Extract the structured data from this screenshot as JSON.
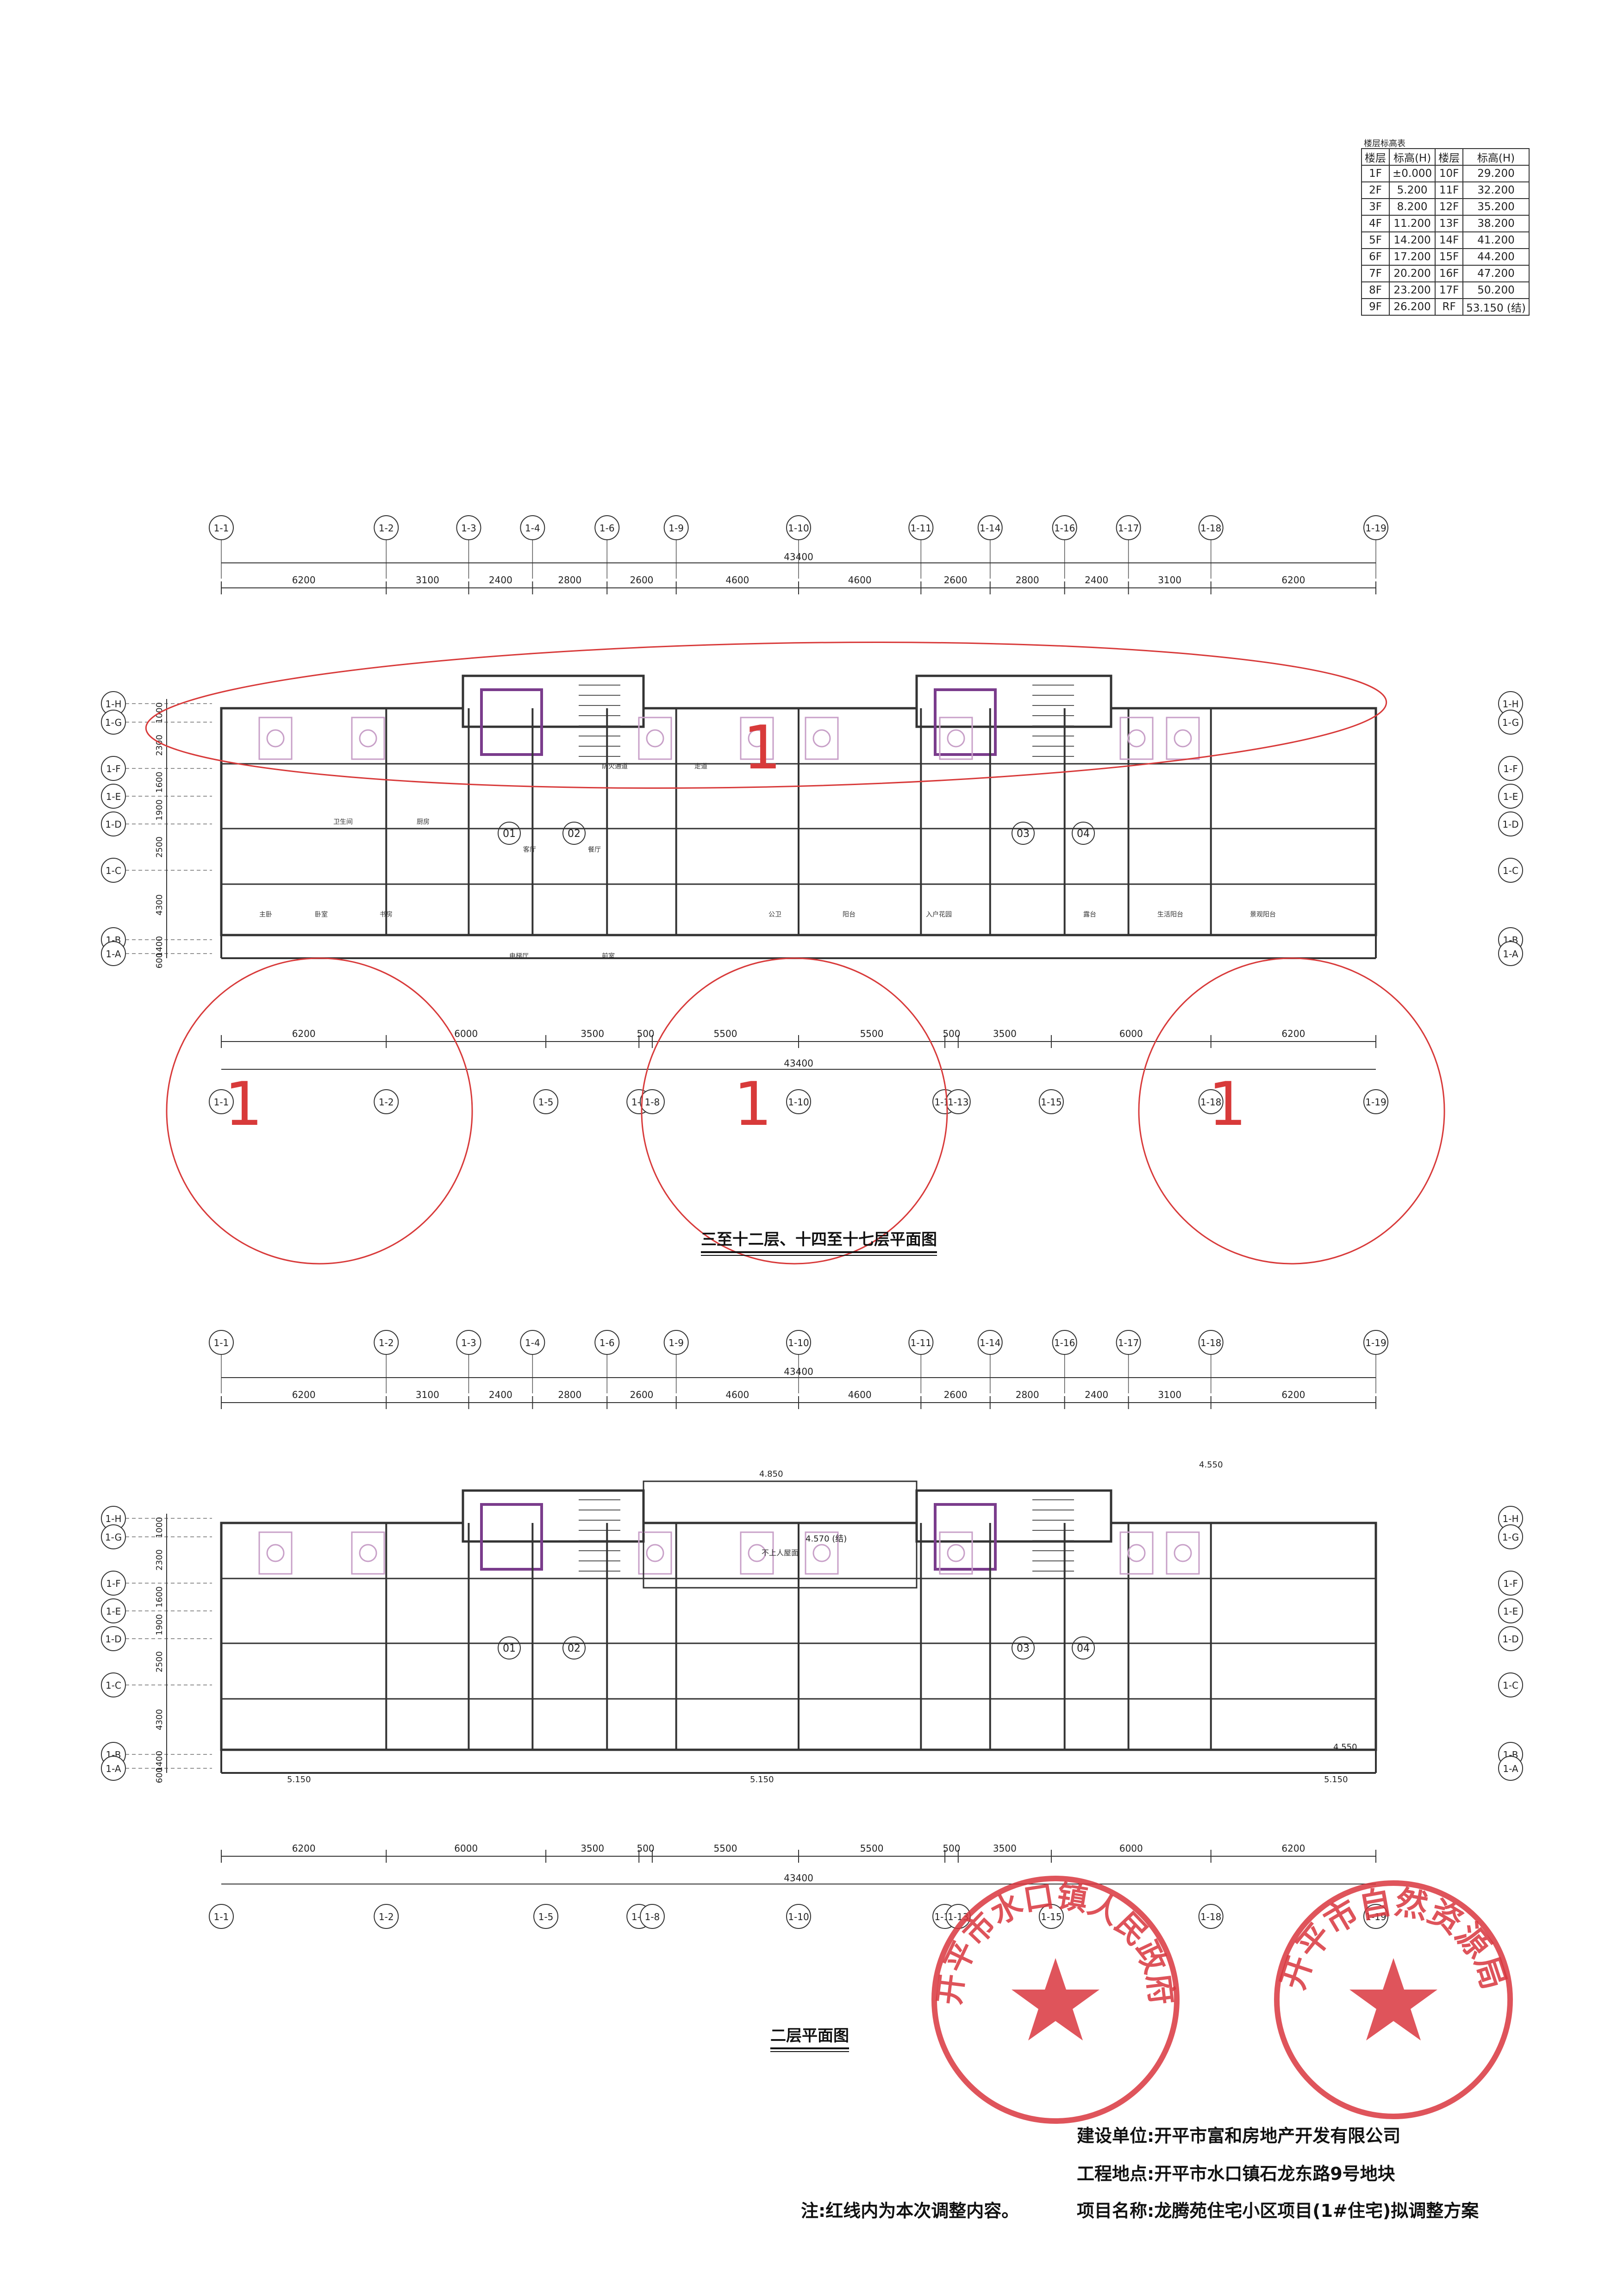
{
  "floor_table": {
    "title": "楼层标高表",
    "headers": [
      "楼层",
      "标高(H)",
      "楼层",
      "标高(H)"
    ],
    "rows": [
      [
        "1F",
        "±0.000",
        "10F",
        "29.200"
      ],
      [
        "2F",
        "5.200",
        "11F",
        "32.200"
      ],
      [
        "3F",
        "8.200",
        "12F",
        "35.200"
      ],
      [
        "4F",
        "11.200",
        "13F",
        "38.200"
      ],
      [
        "5F",
        "14.200",
        "14F",
        "41.200"
      ],
      [
        "6F",
        "17.200",
        "15F",
        "44.200"
      ],
      [
        "7F",
        "20.200",
        "16F",
        "47.200"
      ],
      [
        "8F",
        "23.200",
        "17F",
        "50.200"
      ],
      [
        "9F",
        "26.200",
        "RF",
        "53.150 (结)"
      ]
    ]
  },
  "plan_top": {
    "caption": "三至十二层、十四至十七层平面图",
    "axes_top": [
      "1-1",
      "1-2",
      "1-3",
      "1-4",
      "1-6",
      "1-9",
      "1-10",
      "1-11",
      "1-14",
      "1-16",
      "1-17",
      "1-18",
      "1-19"
    ],
    "axes_bottom": [
      "1-1",
      "1-2",
      "1-5",
      "1-7",
      "1-8",
      "1-10",
      "1-12",
      "1-13",
      "1-15",
      "1-18",
      "1-19"
    ],
    "axes_left": [
      "1-H",
      "1-G",
      "1-F",
      "1-E",
      "1-D",
      "1-C",
      "1-B",
      "1-A"
    ],
    "dims_top": [
      "6200",
      "3100",
      "2400",
      "2800",
      "2600",
      "4600",
      "4600",
      "2600",
      "2800",
      "2400",
      "3100",
      "6200"
    ],
    "dims_bottom": [
      "6200",
      "6000",
      "3500",
      "500",
      "5500",
      "5500",
      "500",
      "3500",
      "6000",
      "6200"
    ],
    "total": "43400",
    "dims_side": [
      "1000",
      "2300",
      "1600",
      "1900",
      "2500",
      "4300",
      "1400",
      "600"
    ],
    "units": [
      "01",
      "02",
      "03",
      "04"
    ],
    "rooms": [
      "主卧",
      "卧室",
      "书房",
      "客厅",
      "餐厅",
      "厨房",
      "卫生间",
      "公卫",
      "阳台",
      "入户花园",
      "露台",
      "生活阳台",
      "景观阳台",
      "电梯厅",
      "前室",
      "防火通道",
      "走道"
    ],
    "annotations": [
      "1",
      "1",
      "1",
      "1"
    ]
  },
  "plan_bottom": {
    "caption": "二层平面图",
    "axes_top": [
      "1-1",
      "1-2",
      "1-3",
      "1-4",
      "1-6",
      "1-9",
      "1-10",
      "1-11",
      "1-14",
      "1-16",
      "1-17",
      "1-18",
      "1-19"
    ],
    "axes_bottom": [
      "1-1",
      "1-2",
      "1-5",
      "1-7",
      "1-8",
      "1-10",
      "1-12",
      "1-13",
      "1-15",
      "1-18",
      "1-19"
    ],
    "dims_top": [
      "6200",
      "3100",
      "2400",
      "2800",
      "2600",
      "4600",
      "4600",
      "2600",
      "2800",
      "2400",
      "3100",
      "6200"
    ],
    "dims_bottom": [
      "6200",
      "6000",
      "3500",
      "500",
      "5500",
      "5500",
      "500",
      "3500",
      "6000",
      "6200"
    ],
    "total": "43400",
    "levels": [
      "4.850",
      "4.570 (结)",
      "4.550",
      "5.150",
      "5.150",
      "5.150",
      "4.550"
    ],
    "roof_note": "不上人屋面",
    "units": [
      "01",
      "02",
      "03",
      "04"
    ]
  },
  "footer": {
    "developer_label": "建设单位:",
    "developer": "开平市富和房地产开发有限公司",
    "site_label": "工程地点:",
    "site": "开平市水口镇石龙东路9号地块",
    "project_label": "项目名称:",
    "project": "龙腾苑住宅小区项目(1#住宅)拟调整方案",
    "note": "注:红线内为本次调整内容。"
  },
  "seals": [
    {
      "text": "开平市水口镇人民政府",
      "color": "#d9363e"
    },
    {
      "text": "开平市自然资源局",
      "color": "#d9363e"
    }
  ],
  "colors": {
    "line": "#333333",
    "red": "#d83a3a",
    "pink": "#c8a0c8",
    "purple": "#7a3c8c"
  }
}
